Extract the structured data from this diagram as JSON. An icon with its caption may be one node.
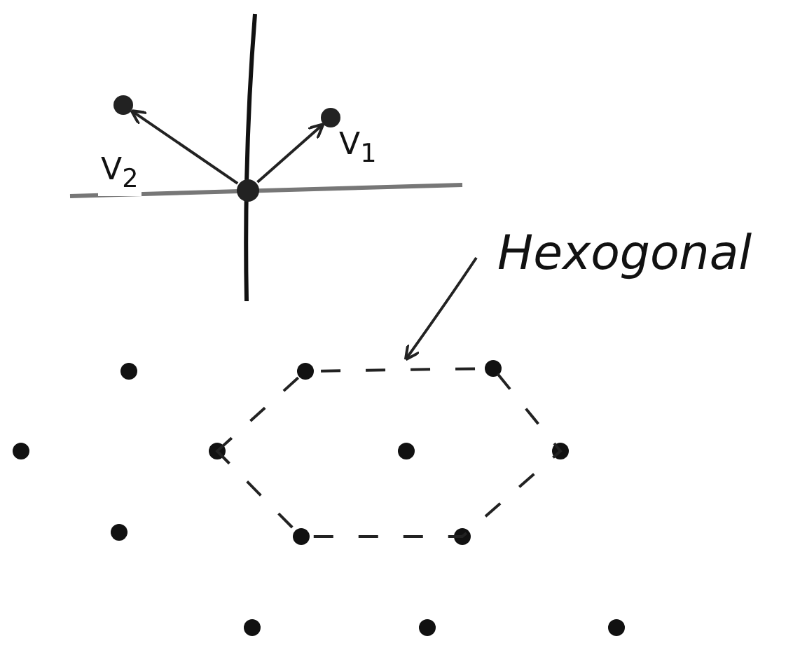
{
  "diagram": {
    "nodes": [
      {
        "text": [
          "Hexogonal"
        ]
      },
      {
        "text": [],
        "shape": "circle"
      },
      {
        "text": [],
        "shape": "circle"
      },
      {
        "text": [],
        "shape": "circle"
      },
      {
        "text": [],
        "shape": "hexagon"
      }
    ],
    "edges": [
      {
        "from": 2,
        "to": 3,
        "arrow": "to",
        "label": "V$_{1}$"
      },
      {
        "from": 2,
        "to": 1,
        "arrow": "to",
        "label": "V$_{2}$"
      },
      {
        "from": 0,
        "to": 4,
        "arrow": "to"
      }
    ]
  }
}
